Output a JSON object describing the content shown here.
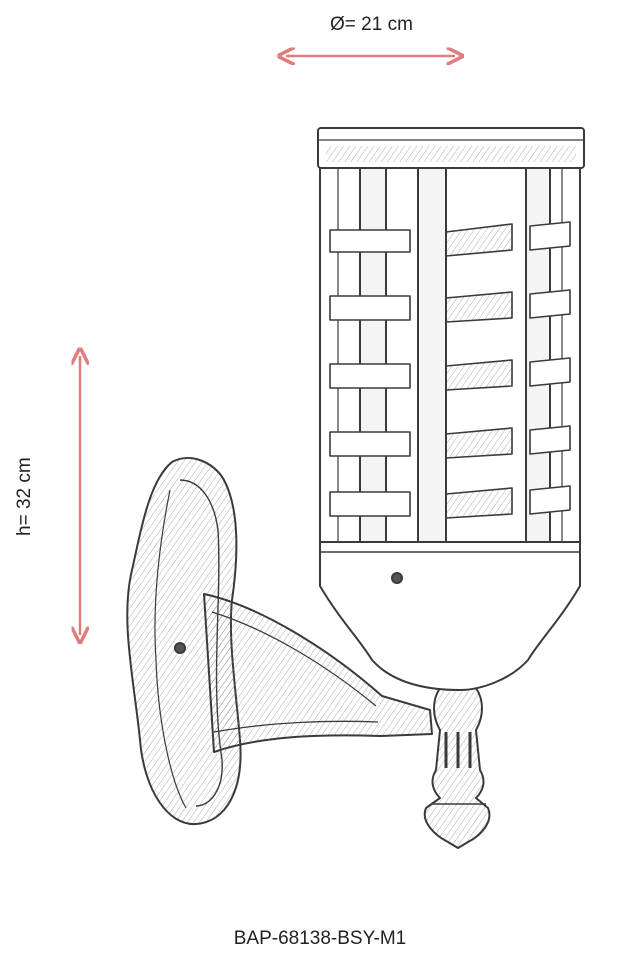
{
  "dimensions": {
    "width_label": "Ø= 21 cm",
    "height_label": "h= 32 cm"
  },
  "product": {
    "model_code": "BAP-68138-BSY-M1"
  },
  "colors": {
    "arrow": "#e07c7c",
    "line": "#3a3a3a",
    "background": "#ffffff"
  }
}
